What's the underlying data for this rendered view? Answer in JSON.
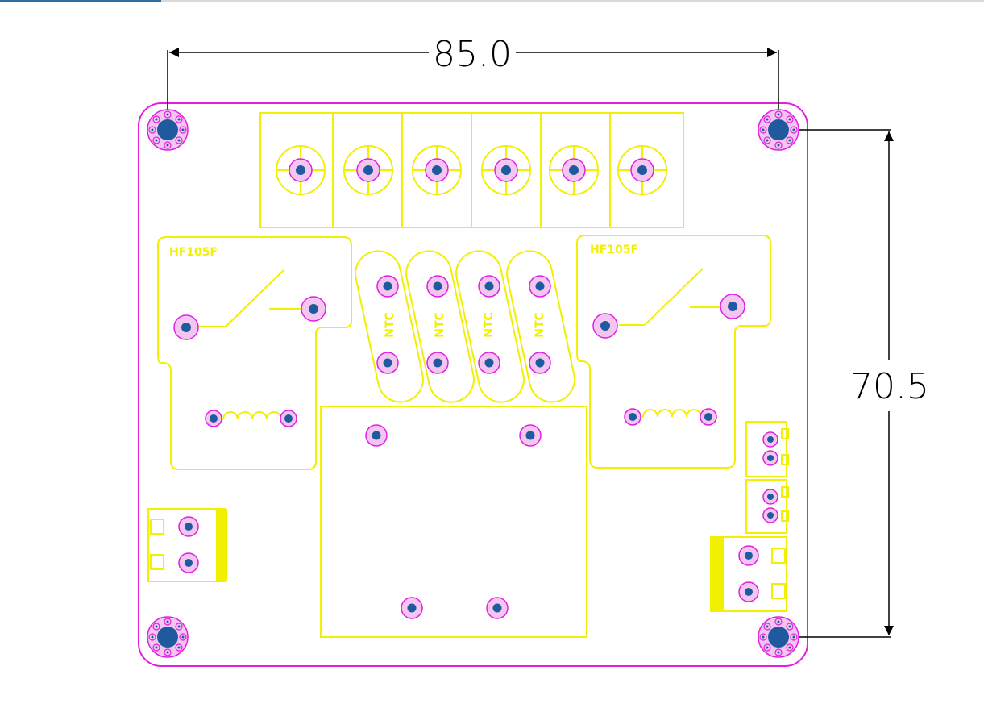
{
  "dimensions": {
    "width_label": "85.0",
    "height_label": "70.5"
  },
  "silkscreen": {
    "relay_left_label": "HF105F",
    "relay_right_label": "HF105F",
    "ntc_labels": [
      "NTC",
      "NTC",
      "NTC",
      "NTC"
    ]
  },
  "colors": {
    "board_outline": "#e31ee3",
    "silkscreen": "#f0f000",
    "pad_core": "#1f5a9e",
    "pad_ring": "#f2c6f0",
    "dimension": "#000000"
  }
}
